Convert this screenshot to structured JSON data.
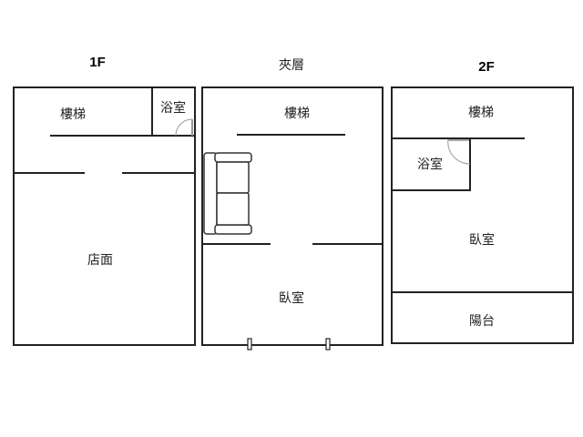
{
  "floors": [
    {
      "title": "1F",
      "rooms": {
        "stairs": "樓梯",
        "bath": "浴室",
        "shop": "店面"
      }
    },
    {
      "title": "夾層",
      "rooms": {
        "stairs": "樓梯",
        "bedroom": "臥室"
      }
    },
    {
      "title": "2F",
      "rooms": {
        "stairs": "樓梯",
        "bath": "浴室",
        "bedroom": "臥室",
        "balcony": "陽台"
      }
    }
  ]
}
